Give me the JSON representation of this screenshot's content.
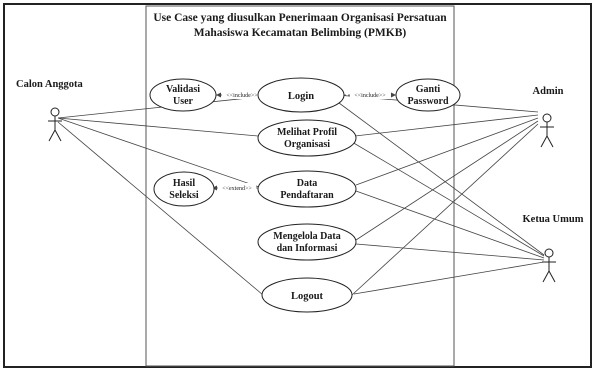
{
  "system": {
    "title_line1": "Use Case yang diusulkan Penerimaan Organisasi Persatuan",
    "title_line2": "Mahasiswa Kecamatan Belimbing (PMKB)"
  },
  "actors": {
    "calon": "Calon Anggota",
    "admin": "Admin",
    "ketua": "Ketua Umum"
  },
  "usecases": {
    "validasi": [
      "Validasi",
      "User"
    ],
    "login": [
      "Login"
    ],
    "ganti": [
      "Ganti",
      "Password"
    ],
    "melihat": [
      "Melihat Profil",
      "Organisasi"
    ],
    "hasil": [
      "Hasil",
      "Seleksi"
    ],
    "data": [
      "Data",
      "Pendaftaran"
    ],
    "mengelola": [
      "Mengelola Data",
      "dan Informasi"
    ],
    "logout": [
      "Logout"
    ]
  },
  "relations": {
    "include_left": "<<include>>",
    "include_right": "<<include>>",
    "extend": "<<extend>>"
  }
}
